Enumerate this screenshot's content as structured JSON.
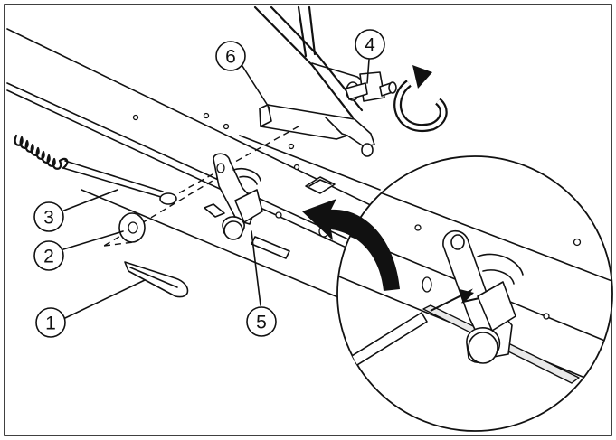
{
  "callouts": [
    {
      "id": "1",
      "label": "1"
    },
    {
      "id": "2",
      "label": "2"
    },
    {
      "id": "3",
      "label": "3"
    },
    {
      "id": "4",
      "label": "4"
    },
    {
      "id": "5",
      "label": "5"
    },
    {
      "id": "6",
      "label": "6"
    }
  ],
  "colors": {
    "line": "#111111",
    "fill": "#ffffff",
    "arrow": "#111111"
  },
  "icons": [
    "rotation-arrow-icon",
    "direction-arrow-icon"
  ]
}
